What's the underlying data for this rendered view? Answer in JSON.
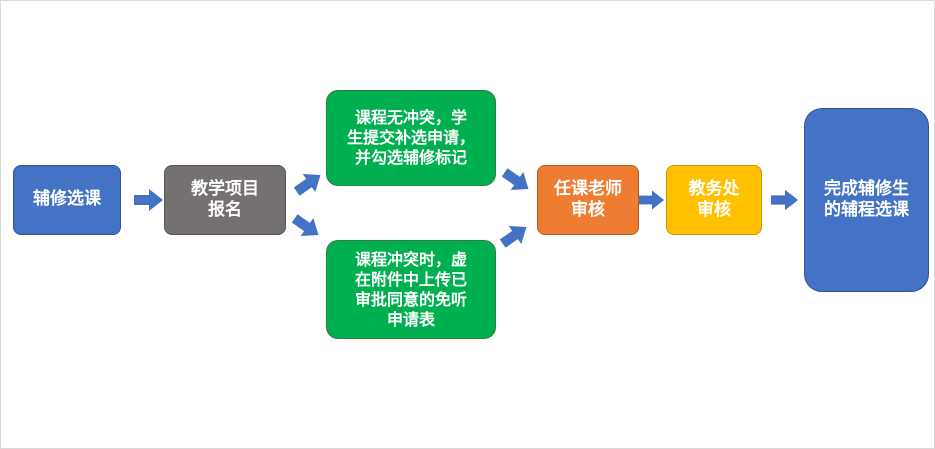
{
  "nodes": {
    "start": "辅修选课",
    "apply": "教学项目\n报名",
    "no_conflict": "课程无冲突，学\n生提交补选申请，\n并勾选辅修标记",
    "conflict": "课程冲突时，虚\n在附件中上传已\n审批同意的免听\n申请表",
    "teacher": "任课老师\n审核",
    "office": "教务处\n审核",
    "finish": "完成辅修生\n的辅程选课"
  },
  "colors": {
    "blue": "#4472c4",
    "gray": "#767171",
    "green": "#00b050",
    "orange": "#ed7d31",
    "yellow": "#ffc000",
    "arrow": "#4472c4"
  }
}
